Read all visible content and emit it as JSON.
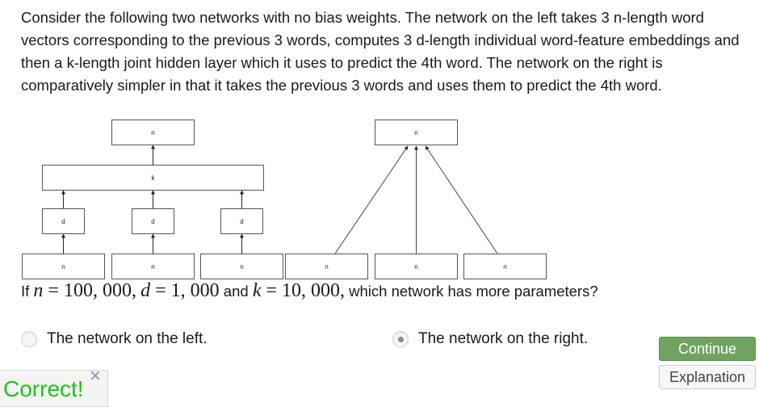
{
  "question": {
    "text": "Consider the following two networks with no bias weights. The network on the left takes 3 n-length word vectors corresponding to the previous 3 words, computes 3 d-length individual word-feature embeddings and then a k-length joint hidden layer which it uses to predict the 4th word. The network on the right is comparatively simpler in that it takes the previous 3 words and uses them to predict the 4th word."
  },
  "diagram": {
    "left_network": {
      "output_label": "n",
      "hidden_label": "k",
      "embedding_labels": [
        "d",
        "d",
        "d"
      ],
      "input_labels": [
        "n",
        "n",
        "n"
      ]
    },
    "right_network": {
      "output_label": "n",
      "input_labels": [
        "n",
        "n",
        "n"
      ]
    },
    "colors": {
      "box_border": "#555555",
      "line": "#444444"
    }
  },
  "params": {
    "prefix": "If",
    "n_var": "n",
    "n_value": "100, 000,",
    "d_var": "d",
    "d_value": "1, 000",
    "and": "and",
    "k_var": "k",
    "k_value": "10, 000,",
    "suffix": "which network has more parameters?"
  },
  "options": [
    {
      "label": "The network on the left.",
      "selected": false
    },
    {
      "label": "The network on the right.",
      "selected": true
    }
  ],
  "buttons": {
    "continue": "Continue",
    "explanation": "Explanation"
  },
  "feedback": {
    "message": "Correct!",
    "close": "✕"
  },
  "colors": {
    "accent_green": "#6fa35f",
    "correct_text": "#1ec21e"
  }
}
